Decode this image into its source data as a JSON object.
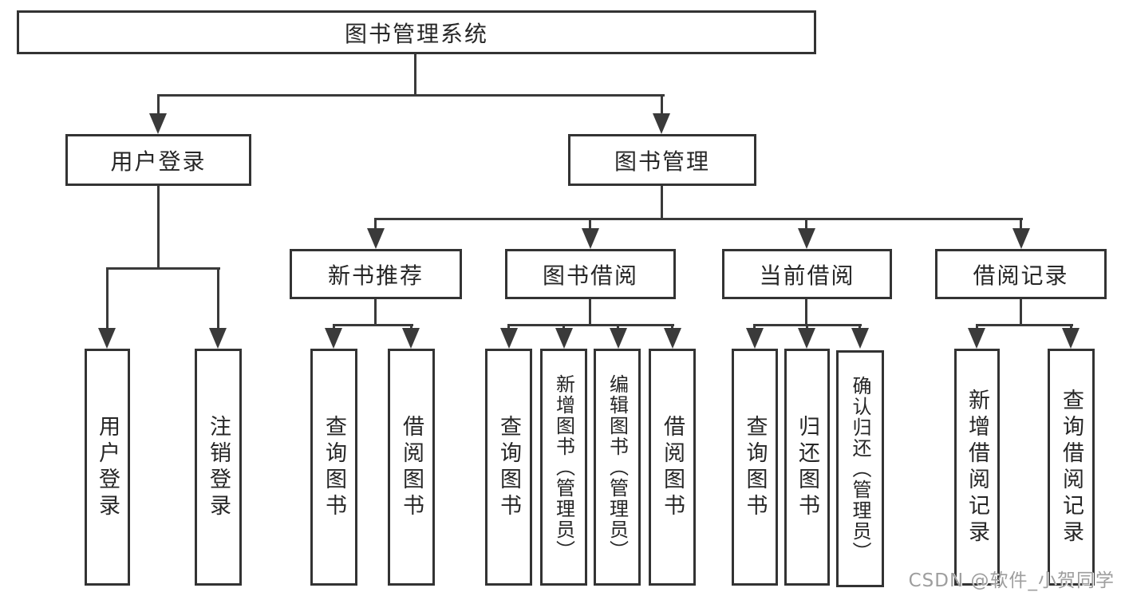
{
  "diagram": {
    "root": {
      "label": "图书管理系统"
    },
    "level2": [
      {
        "label": "用户登录",
        "children": [
          {
            "label": "用户登录"
          },
          {
            "label": "注销登录"
          }
        ]
      },
      {
        "label": "图书管理",
        "children": [
          {
            "label": "新书推荐",
            "children": [
              {
                "label": "查询图书"
              },
              {
                "label": "借阅图书"
              }
            ]
          },
          {
            "label": "图书借阅",
            "children": [
              {
                "label": "查询图书"
              },
              {
                "label": "新增图书（管理员）"
              },
              {
                "label": "编辑图书（管理员）"
              },
              {
                "label": "借阅图书"
              }
            ]
          },
          {
            "label": "当前借阅",
            "children": [
              {
                "label": "查询图书"
              },
              {
                "label": "归还图书"
              },
              {
                "label": "确认归还（管理员）"
              }
            ]
          },
          {
            "label": "借阅记录",
            "children": [
              {
                "label": "新增借阅记录"
              },
              {
                "label": "查询借阅记录"
              }
            ]
          }
        ]
      }
    ]
  },
  "watermark": {
    "text": "CSDN @软件_小贺同学"
  },
  "colors": {
    "background": "#ffffff",
    "box_border": "#333333",
    "line": "#3a3a3a",
    "text": "#262626",
    "watermark": "#9e9e9e"
  }
}
